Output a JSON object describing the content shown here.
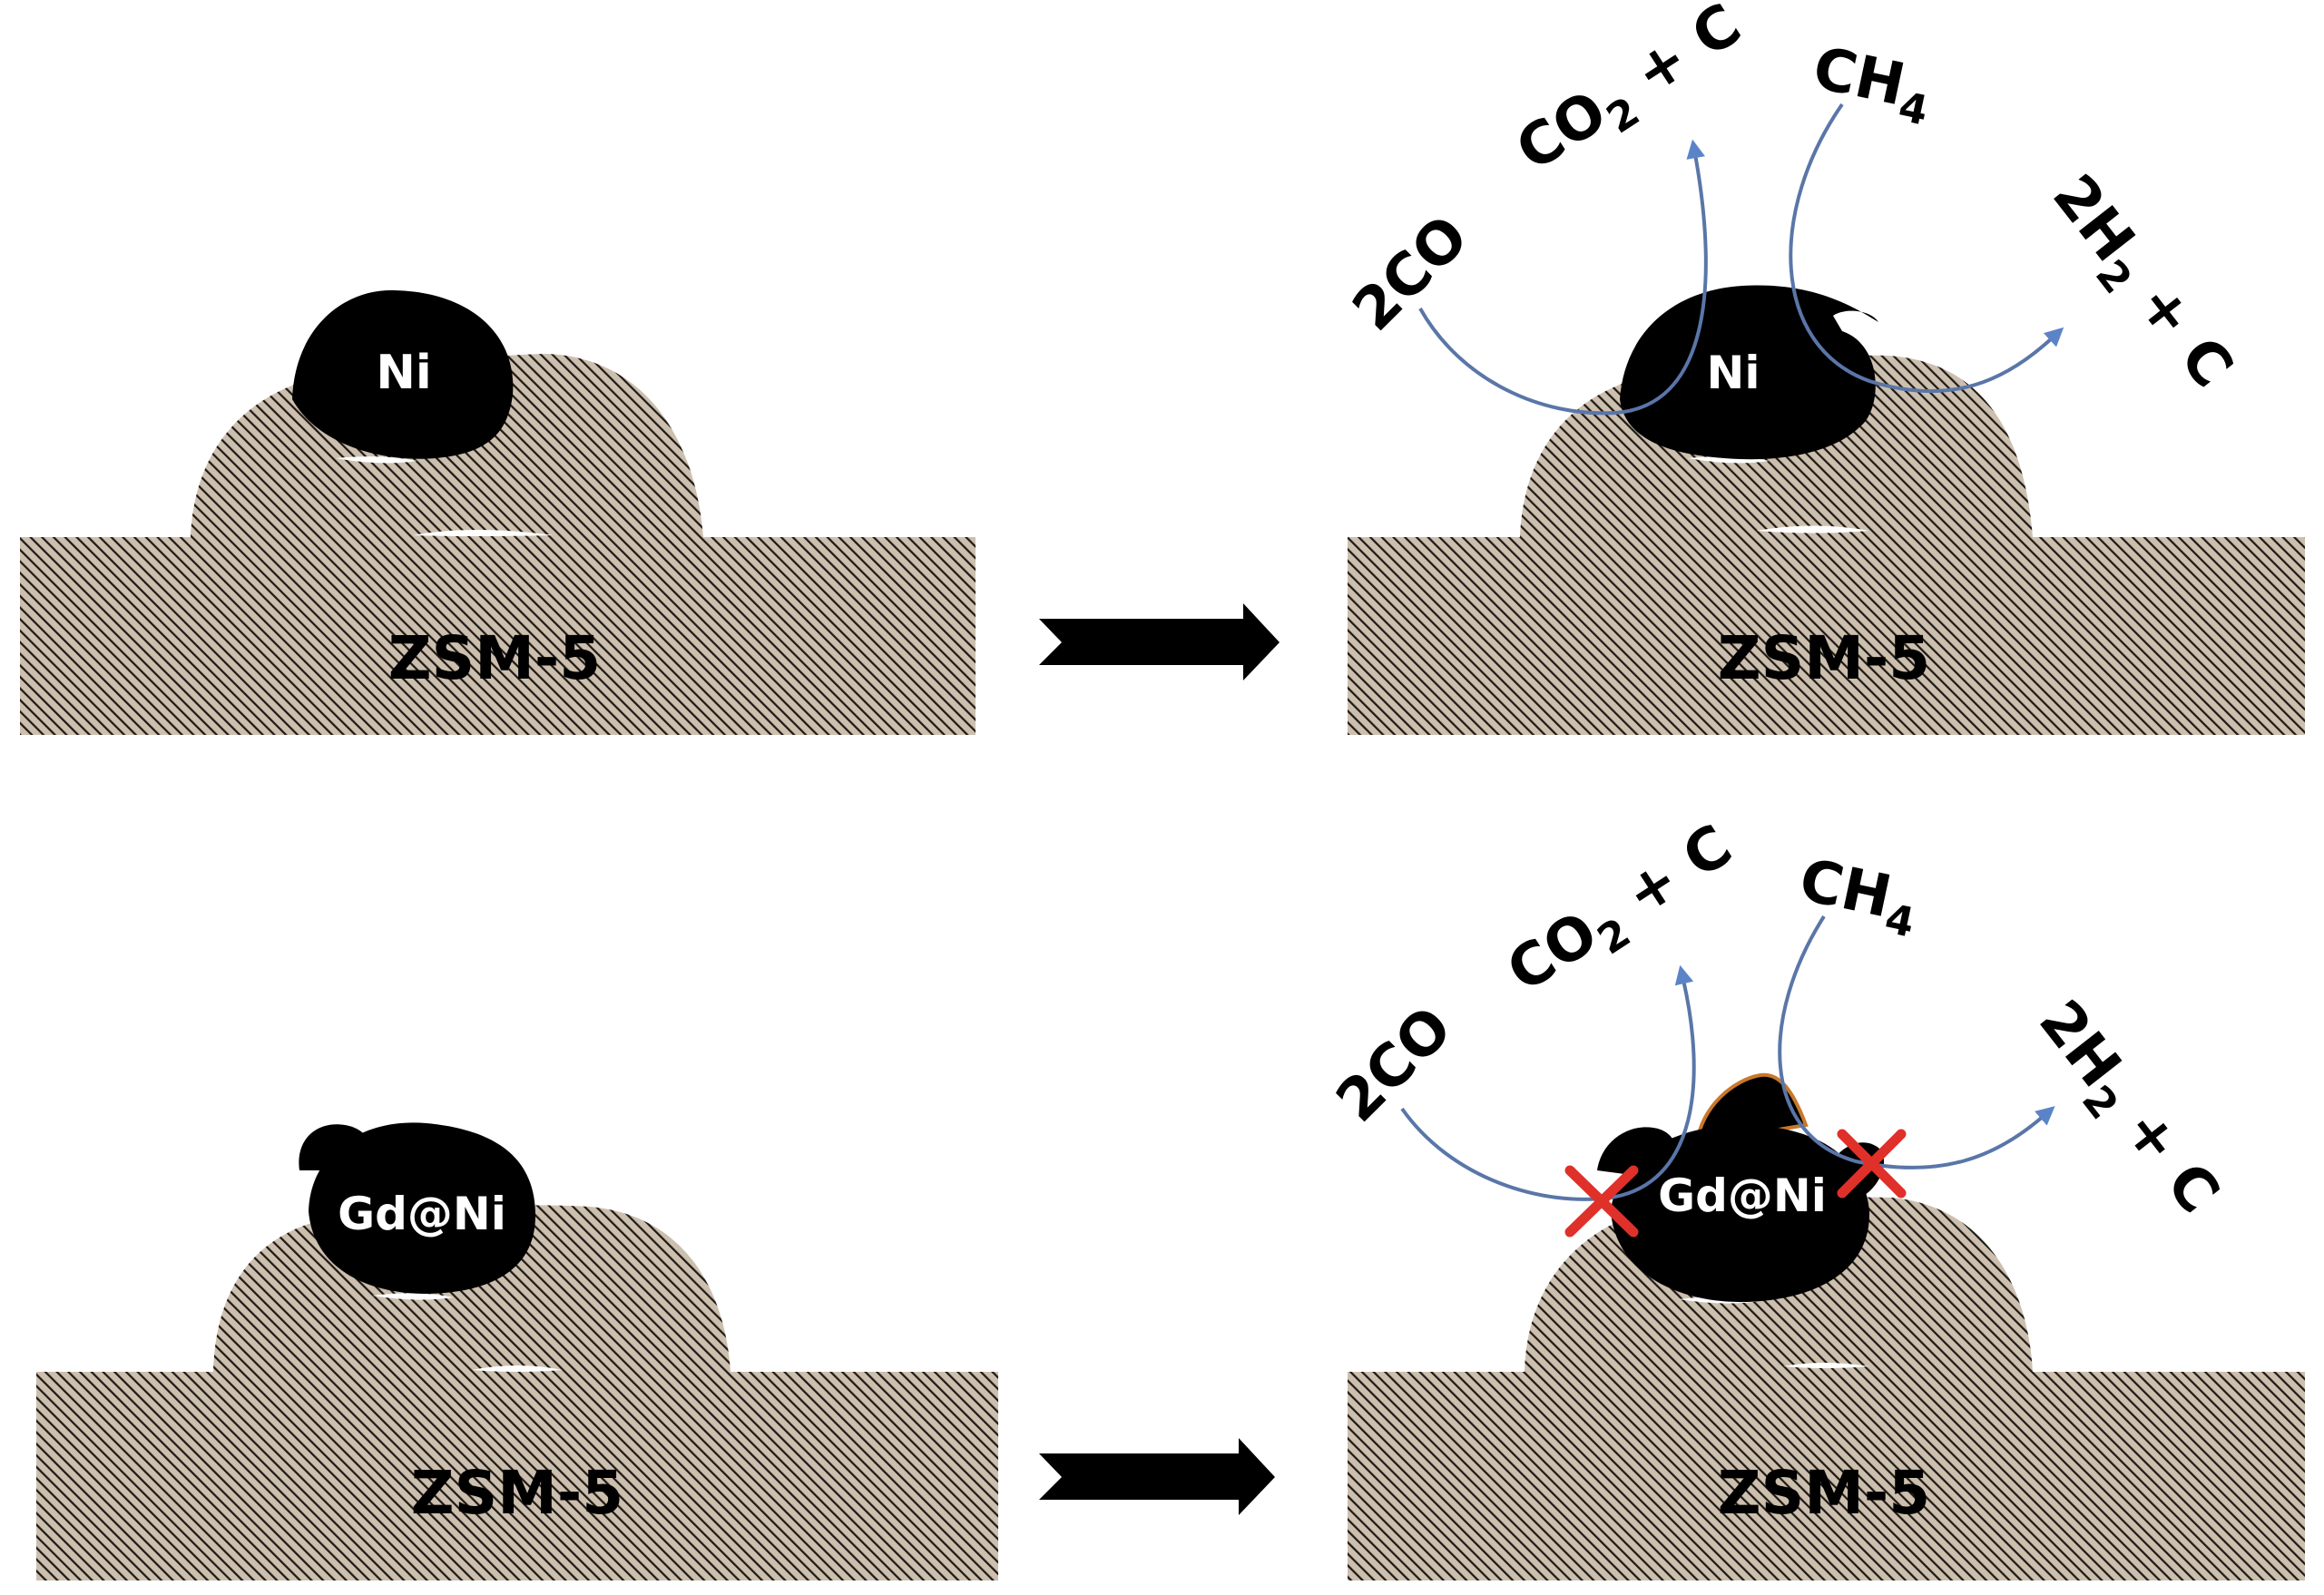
{
  "colors": {
    "support_base": "#cdbfae",
    "support_hatch": "#1e1a16",
    "particle": "#000000",
    "flow_line": "#5a76a8",
    "arrow_head": "#5b84c8",
    "block_arrow": "#000000",
    "blocked_mark": "#e0302a",
    "gd_rim": "#c8782a"
  },
  "panels": {
    "top_left": {
      "support_label": "ZSM-5",
      "particle_label": "Ni"
    },
    "top_right": {
      "support_label": "ZSM-5",
      "particle_label": "Ni",
      "reactant_co": "2CO",
      "product_co2_main": "CO",
      "product_co2_sub": "2",
      "product_co2_tail": " + C",
      "reactant_ch4_main": "CH",
      "reactant_ch4_sub": "4",
      "product_h2_main": "2H",
      "product_h2_sub": "2",
      "product_h2_tail": " + C"
    },
    "bottom_left": {
      "support_label": "ZSM-5",
      "particle_label": "Gd@Ni"
    },
    "bottom_right": {
      "support_label": "ZSM-5",
      "particle_label": "Gd@Ni",
      "reactant_co": "2CO",
      "product_co2_main": "CO",
      "product_co2_sub": "2",
      "product_co2_tail": " + C",
      "reactant_ch4_main": "CH",
      "reactant_ch4_sub": "4",
      "product_h2_main": "2H",
      "product_h2_sub": "2",
      "product_h2_tail": " + C"
    }
  },
  "icons": {
    "process_arrow": "right-block-arrow-icon",
    "blocked_site": "red-x-icon"
  }
}
